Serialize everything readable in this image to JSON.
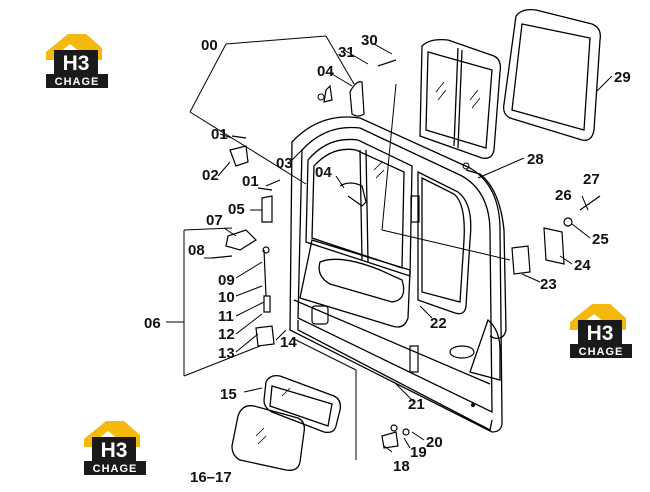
{
  "logo": {
    "mark": "H3",
    "brand": "CHAGE",
    "colors": {
      "roof": "#f4b90d",
      "dark": "#1a1a1a",
      "text": "#ffffff"
    }
  },
  "callouts": [
    "00",
    "01",
    "01",
    "02",
    "03",
    "04",
    "04",
    "05",
    "06",
    "07",
    "08",
    "09",
    "10",
    "11",
    "12",
    "13",
    "14",
    "15",
    "16–17",
    "18",
    "19",
    "20",
    "21",
    "22",
    "23",
    "24",
    "25",
    "26",
    "27",
    "28",
    "29",
    "30",
    "31"
  ]
}
